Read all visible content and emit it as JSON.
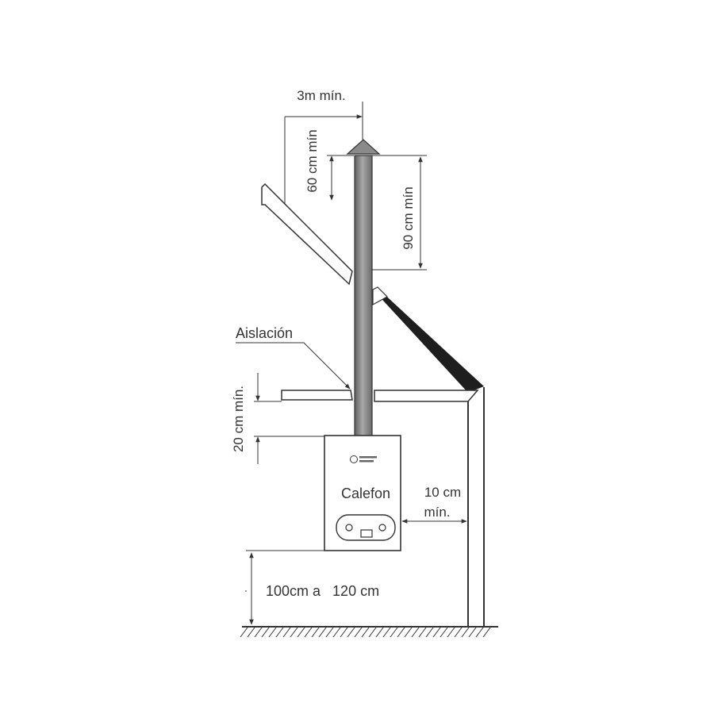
{
  "labels": {
    "horizontal_clearance": "3m mín.",
    "vertical_clearance_roof": "60 cm mín",
    "chimney_above_roof": "90 cm  mín",
    "insulation": "Aislación",
    "ceiling_gap": "20 cm mín.",
    "appliance": "Calefon",
    "side_clearance_line1": "10 cm",
    "side_clearance_line2": "mín.",
    "mounting_height": "100cm a   120 cm"
  },
  "colors": {
    "line": "#333333",
    "chimney_fill": "#8a8a8a",
    "roof_fill": "#1e1e1e"
  },
  "icons": [
    "chimney-cap-icon",
    "brand-logo-icon"
  ]
}
